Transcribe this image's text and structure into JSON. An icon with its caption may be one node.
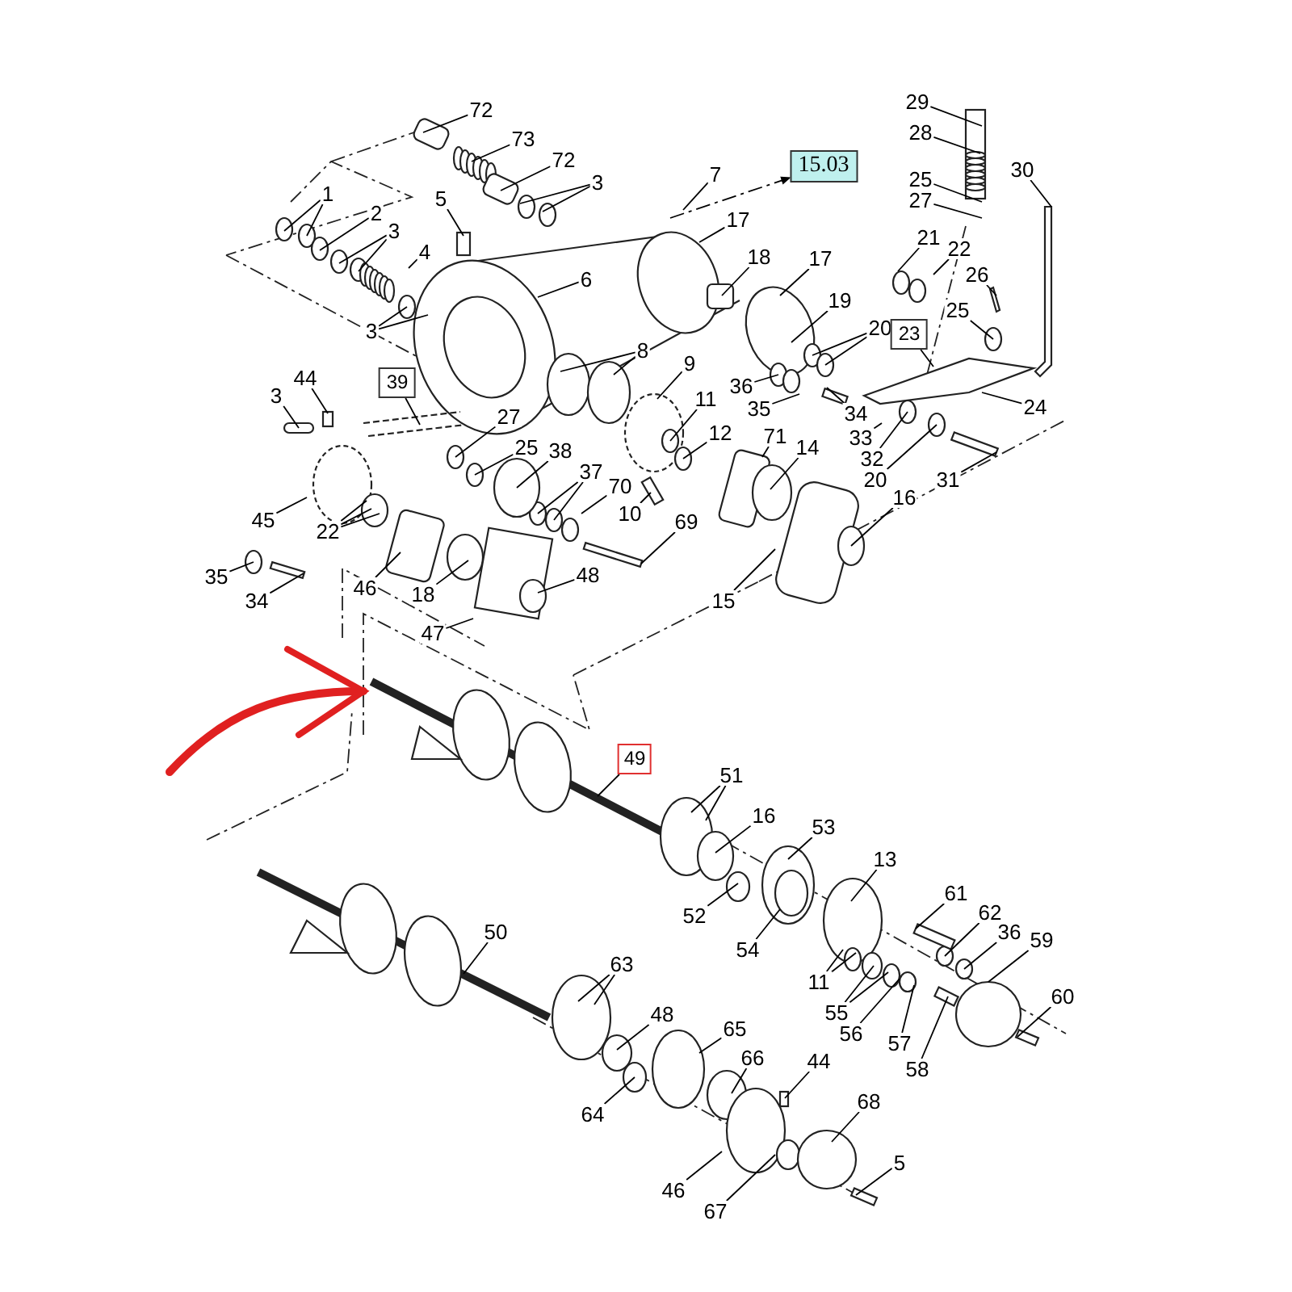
{
  "diagram": {
    "nodes": [
      {
        "text": [
          "72"
        ]
      },
      {
        "text": [
          "73"
        ]
      },
      {
        "text": [
          "72"
        ]
      },
      {
        "text": [
          "3"
        ]
      },
      {
        "text": [
          "1"
        ]
      },
      {
        "text": [
          "2"
        ]
      },
      {
        "text": [
          "3"
        ]
      },
      {
        "text": [
          "4"
        ]
      },
      {
        "text": [
          "5"
        ]
      },
      {
        "text": [
          "3"
        ]
      },
      {
        "text": [
          "6"
        ]
      },
      {
        "text": [
          "7"
        ]
      },
      {
        "text": [
          "15.03"
        ]
      },
      {
        "text": [
          "17"
        ]
      },
      {
        "text": [
          "18"
        ]
      },
      {
        "text": [
          "17"
        ]
      },
      {
        "text": [
          "19"
        ]
      },
      {
        "text": [
          "20"
        ]
      },
      {
        "text": [
          "8"
        ]
      },
      {
        "text": [
          "9"
        ]
      },
      {
        "text": [
          "39"
        ]
      },
      {
        "text": [
          "3"
        ]
      },
      {
        "text": [
          "44"
        ]
      },
      {
        "text": [
          "27"
        ]
      },
      {
        "text": [
          "25"
        ]
      },
      {
        "text": [
          "38"
        ]
      },
      {
        "text": [
          "37"
        ]
      },
      {
        "text": [
          "70"
        ]
      },
      {
        "text": [
          "10"
        ]
      },
      {
        "text": [
          "69"
        ]
      },
      {
        "text": [
          "45"
        ]
      },
      {
        "text": [
          "22"
        ]
      },
      {
        "text": [
          "35"
        ]
      },
      {
        "text": [
          "34"
        ]
      },
      {
        "text": [
          "46"
        ]
      },
      {
        "text": [
          "18"
        ]
      },
      {
        "text": [
          "48"
        ]
      },
      {
        "text": [
          "47"
        ]
      },
      {
        "text": [
          "11"
        ]
      },
      {
        "text": [
          "12"
        ]
      },
      {
        "text": [
          "36"
        ]
      },
      {
        "text": [
          "35"
        ]
      },
      {
        "text": [
          "34"
        ]
      },
      {
        "text": [
          "33"
        ]
      },
      {
        "text": [
          "71"
        ]
      },
      {
        "text": [
          "14"
        ]
      },
      {
        "text": [
          "15"
        ]
      },
      {
        "text": [
          "16"
        ]
      },
      {
        "text": [
          "32"
        ]
      },
      {
        "text": [
          "20"
        ]
      },
      {
        "text": [
          "31"
        ]
      },
      {
        "text": [
          "29"
        ]
      },
      {
        "text": [
          "28"
        ]
      },
      {
        "text": [
          "25"
        ]
      },
      {
        "text": [
          "27"
        ]
      },
      {
        "text": [
          "30"
        ]
      },
      {
        "text": [
          "21"
        ]
      },
      {
        "text": [
          "22"
        ]
      },
      {
        "text": [
          "26"
        ]
      },
      {
        "text": [
          "25"
        ]
      },
      {
        "text": [
          "23"
        ]
      },
      {
        "text": [
          "24"
        ]
      },
      {
        "text": [
          "49"
        ]
      },
      {
        "text": [
          "51"
        ]
      },
      {
        "text": [
          "16"
        ]
      },
      {
        "text": [
          "53"
        ]
      },
      {
        "text": [
          "13"
        ]
      },
      {
        "text": [
          "52"
        ]
      },
      {
        "text": [
          "54"
        ]
      },
      {
        "text": [
          "11"
        ]
      },
      {
        "text": [
          "61"
        ]
      },
      {
        "text": [
          "62"
        ]
      },
      {
        "text": [
          "36"
        ]
      },
      {
        "text": [
          "59"
        ]
      },
      {
        "text": [
          "60"
        ]
      },
      {
        "text": [
          "55"
        ]
      },
      {
        "text": [
          "56"
        ]
      },
      {
        "text": [
          "57"
        ]
      },
      {
        "text": [
          "58"
        ]
      },
      {
        "text": [
          "50"
        ]
      },
      {
        "text": [
          "63"
        ]
      },
      {
        "text": [
          "48"
        ]
      },
      {
        "text": [
          "65"
        ]
      },
      {
        "text": [
          "64"
        ]
      },
      {
        "text": [
          "66"
        ]
      },
      {
        "text": [
          "44"
        ]
      },
      {
        "text": [
          "68"
        ]
      },
      {
        "text": [
          "46"
        ]
      },
      {
        "text": [
          "5"
        ]
      },
      {
        "text": [
          "67"
        ]
      }
    ],
    "edges": [
      {
        "from": 0,
        "to": null,
        "arrow": "none"
      },
      {
        "from": 1,
        "to": null,
        "arrow": "none"
      },
      {
        "from": 2,
        "to": null,
        "arrow": "none"
      },
      {
        "from": 3,
        "to": null,
        "arrow": "none"
      },
      {
        "from": 3,
        "to": null,
        "arrow": "none"
      },
      {
        "from": 4,
        "to": null,
        "arrow": "none"
      },
      {
        "from": 4,
        "to": null,
        "arrow": "none"
      },
      {
        "from": 5,
        "to": null,
        "arrow": "none"
      },
      {
        "from": 6,
        "to": null,
        "arrow": "none"
      },
      {
        "from": 6,
        "to": null,
        "arrow": "none"
      },
      {
        "from": 7,
        "to": null,
        "arrow": "none"
      },
      {
        "from": 8,
        "to": null,
        "arrow": "none"
      },
      {
        "from": 9,
        "to": null,
        "arrow": "none"
      },
      {
        "from": 9,
        "to": null,
        "arrow": "none"
      },
      {
        "from": 10,
        "to": null,
        "arrow": "none"
      },
      {
        "from": 11,
        "to": null,
        "arrow": "none"
      },
      {
        "from": null,
        "to": 12,
        "arrow": "to",
        "style": "dashed"
      },
      {
        "from": 13,
        "to": null,
        "arrow": "none"
      },
      {
        "from": 14,
        "to": null,
        "arrow": "none"
      },
      {
        "from": 15,
        "to": null,
        "arrow": "none"
      },
      {
        "from": 16,
        "to": null,
        "arrow": "none"
      },
      {
        "from": 17,
        "to": null,
        "arrow": "none"
      },
      {
        "from": 17,
        "to": null,
        "arrow": "none"
      },
      {
        "from": 18,
        "to": null,
        "arrow": "none"
      },
      {
        "from": 18,
        "to": null,
        "arrow": "none"
      },
      {
        "from": 19,
        "to": null,
        "arrow": "none"
      },
      {
        "from": 20,
        "to": null,
        "arrow": "none"
      },
      {
        "from": 21,
        "to": null,
        "arrow": "none"
      },
      {
        "from": 22,
        "to": null,
        "arrow": "none"
      },
      {
        "from": 23,
        "to": null,
        "arrow": "none"
      },
      {
        "from": 24,
        "to": null,
        "arrow": "none"
      },
      {
        "from": 25,
        "to": null,
        "arrow": "none"
      },
      {
        "from": 26,
        "to": null,
        "arrow": "none"
      },
      {
        "from": 26,
        "to": null,
        "arrow": "none"
      },
      {
        "from": 27,
        "to": null,
        "arrow": "none"
      },
      {
        "from": 28,
        "to": null,
        "arrow": "none"
      },
      {
        "from": 29,
        "to": null,
        "arrow": "none"
      },
      {
        "from": 30,
        "to": null,
        "arrow": "none"
      },
      {
        "from": 31,
        "to": null,
        "arrow": "none"
      },
      {
        "from": 31,
        "to": null,
        "arrow": "none"
      },
      {
        "from": 31,
        "to": null,
        "arrow": "none"
      },
      {
        "from": 32,
        "to": null,
        "arrow": "none"
      },
      {
        "from": 33,
        "to": null,
        "arrow": "none"
      },
      {
        "from": 34,
        "to": null,
        "arrow": "none"
      },
      {
        "from": 35,
        "to": null,
        "arrow": "none"
      },
      {
        "from": 36,
        "to": null,
        "arrow": "none"
      },
      {
        "from": 37,
        "to": null,
        "arrow": "none"
      },
      {
        "from": 38,
        "to": null,
        "arrow": "none"
      },
      {
        "from": 39,
        "to": null,
        "arrow": "none"
      },
      {
        "from": 40,
        "to": null,
        "arrow": "none"
      },
      {
        "from": 41,
        "to": null,
        "arrow": "none"
      },
      {
        "from": 42,
        "to": null,
        "arrow": "none"
      },
      {
        "from": 43,
        "to": null,
        "arrow": "none"
      },
      {
        "from": 44,
        "to": null,
        "arrow": "none"
      },
      {
        "from": 45,
        "to": null,
        "arrow": "none"
      },
      {
        "from": 46,
        "to": null,
        "arrow": "none"
      },
      {
        "from": 47,
        "to": null,
        "arrow": "none"
      },
      {
        "from": 48,
        "to": null,
        "arrow": "none"
      },
      {
        "from": 49,
        "to": null,
        "arrow": "none"
      },
      {
        "from": 50,
        "to": null,
        "arrow": "none"
      },
      {
        "from": 51,
        "to": null,
        "arrow": "none"
      },
      {
        "from": 52,
        "to": null,
        "arrow": "none"
      },
      {
        "from": 53,
        "to": null,
        "arrow": "none"
      },
      {
        "from": 54,
        "to": null,
        "arrow": "none"
      },
      {
        "from": 55,
        "to": null,
        "arrow": "none"
      },
      {
        "from": 56,
        "to": null,
        "arrow": "none"
      },
      {
        "from": 57,
        "to": null,
        "arrow": "none"
      },
      {
        "from": 58,
        "to": null,
        "arrow": "none"
      },
      {
        "from": 59,
        "to": null,
        "arrow": "none"
      },
      {
        "from": 60,
        "to": null,
        "arrow": "none"
      },
      {
        "from": 61,
        "to": null,
        "arrow": "none"
      },
      {
        "from": 62,
        "to": null,
        "arrow": "none"
      },
      {
        "from": 63,
        "to": null,
        "arrow": "none"
      },
      {
        "from": 63,
        "to": null,
        "arrow": "none"
      },
      {
        "from": 64,
        "to": null,
        "arrow": "none"
      },
      {
        "from": 65,
        "to": null,
        "arrow": "none"
      },
      {
        "from": 66,
        "to": null,
        "arrow": "none"
      },
      {
        "from": 67,
        "to": null,
        "arrow": "none"
      },
      {
        "from": 68,
        "to": null,
        "arrow": "none"
      },
      {
        "from": 69,
        "to": null,
        "arrow": "none"
      },
      {
        "from": 69,
        "to": null,
        "arrow": "none"
      },
      {
        "from": 70,
        "to": null,
        "arrow": "none"
      },
      {
        "from": 71,
        "to": null,
        "arrow": "none"
      },
      {
        "from": 72,
        "to": null,
        "arrow": "none"
      },
      {
        "from": 73,
        "to": null,
        "arrow": "none"
      },
      {
        "from": 74,
        "to": null,
        "arrow": "none"
      },
      {
        "from": 75,
        "to": null,
        "arrow": "none"
      },
      {
        "from": 75,
        "to": null,
        "arrow": "none"
      },
      {
        "from": 76,
        "to": null,
        "arrow": "none"
      },
      {
        "from": 77,
        "to": null,
        "arrow": "none"
      },
      {
        "from": 78,
        "to": null,
        "arrow": "none"
      },
      {
        "from": 79,
        "to": null,
        "arrow": "none"
      },
      {
        "from": 80,
        "to": null,
        "arrow": "none"
      },
      {
        "from": 80,
        "to": null,
        "arrow": "none"
      },
      {
        "from": 81,
        "to": null,
        "arrow": "none"
      },
      {
        "from": 82,
        "to": null,
        "arrow": "none"
      },
      {
        "from": 83,
        "to": null,
        "arrow": "none"
      },
      {
        "from": 84,
        "to": null,
        "arrow": "none"
      },
      {
        "from": 85,
        "to": null,
        "arrow": "none"
      },
      {
        "from": 86,
        "to": null,
        "arrow": "none"
      },
      {
        "from": 87,
        "to": null,
        "arrow": "none"
      },
      {
        "from": 88,
        "to": null,
        "arrow": "none"
      },
      {
        "from": 89,
        "to": null,
        "arrow": "none"
      }
    ]
  }
}
